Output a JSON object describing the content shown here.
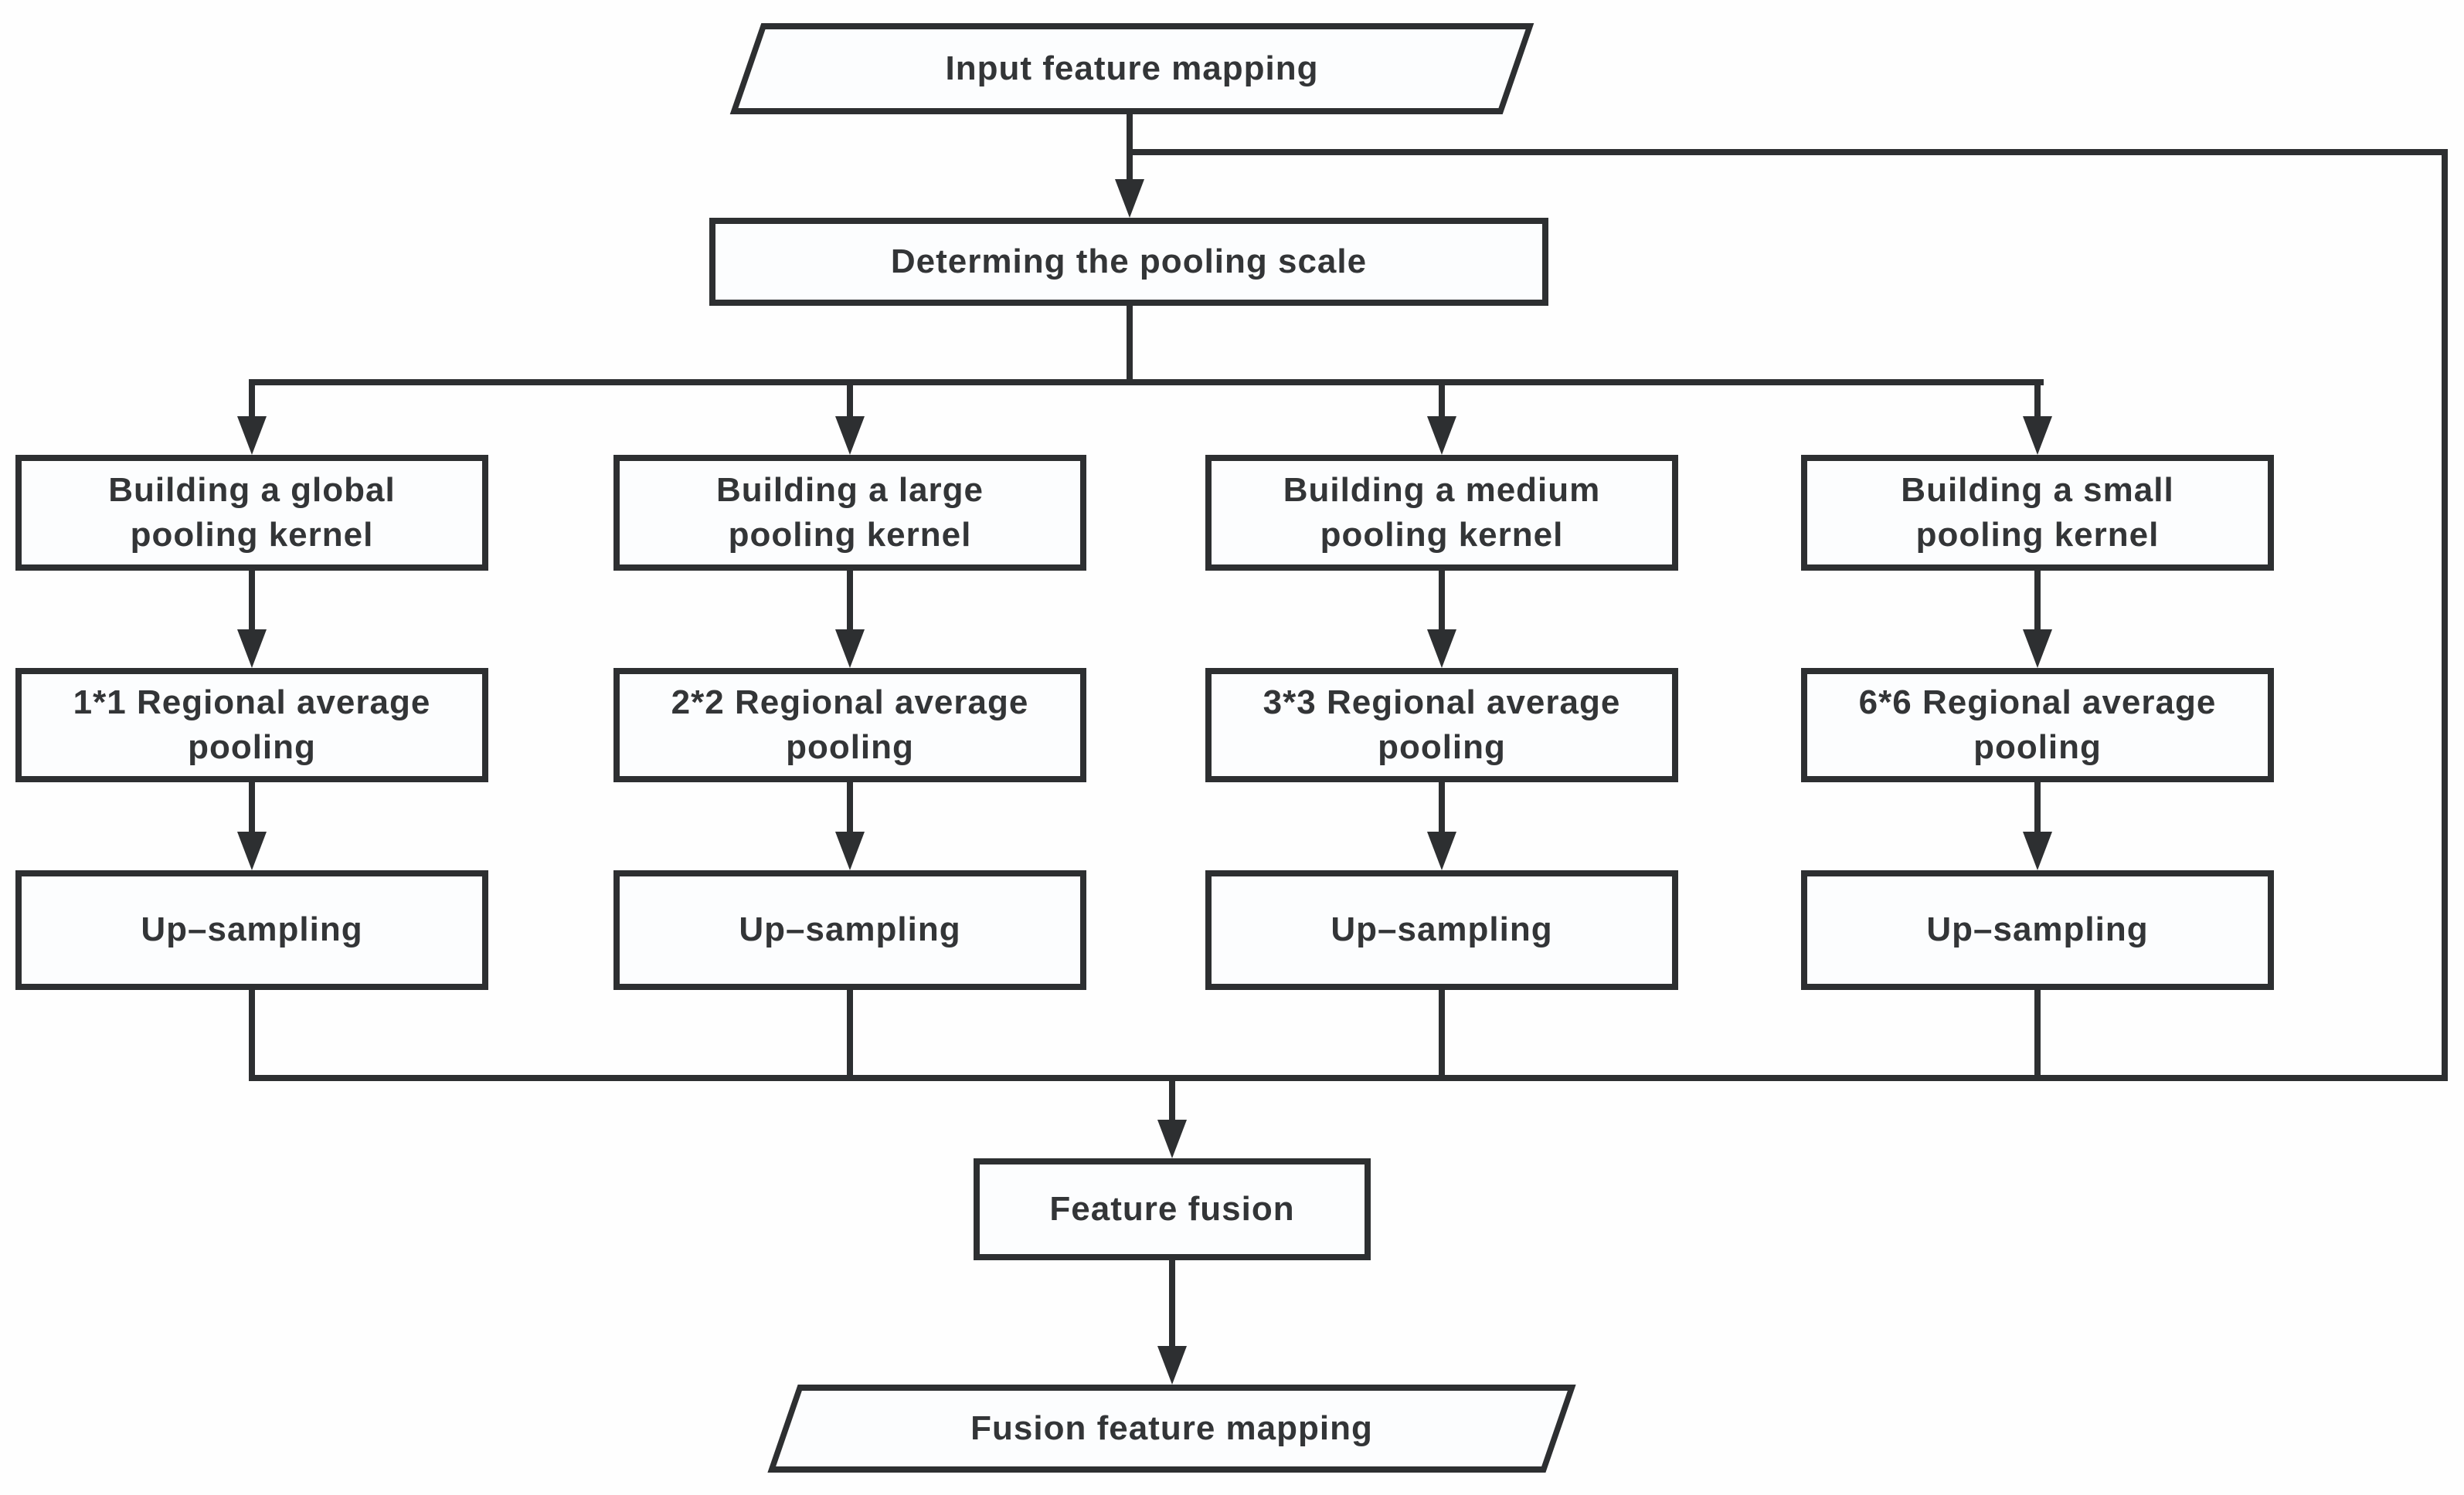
{
  "diagram_type": "flowchart",
  "nodes": {
    "input": {
      "label": "Input feature mapping",
      "shape": "parallelogram"
    },
    "determine": {
      "label": "Determing the pooling scale",
      "shape": "rectangle"
    },
    "fusion": {
      "label": "Feature fusion",
      "shape": "rectangle"
    },
    "output": {
      "label": "Fusion feature mapping",
      "shape": "parallelogram"
    }
  },
  "branches": [
    {
      "kernel": "Building a global\npooling kernel",
      "pooling": "1*1 Regional average\npooling",
      "upsampling": "Up–sampling"
    },
    {
      "kernel": "Building a large\npooling kernel",
      "pooling": "2*2 Regional average\npooling",
      "upsampling": "Up–sampling"
    },
    {
      "kernel": "Building a medium\npooling kernel",
      "pooling": "3*3 Regional average\npooling",
      "upsampling": "Up–sampling"
    },
    {
      "kernel": "Building a small\npooling kernel",
      "pooling": "6*6 Regional average\npooling",
      "upsampling": "Up–sampling"
    }
  ],
  "edges": [
    {
      "from": "input",
      "to": "determine",
      "arrow": true
    },
    {
      "from": "input",
      "to": "collector",
      "via": "right-bypass",
      "arrow": false
    },
    {
      "from": "determine",
      "to": "kernel-1",
      "arrow": true
    },
    {
      "from": "determine",
      "to": "kernel-2",
      "arrow": true
    },
    {
      "from": "determine",
      "to": "kernel-3",
      "arrow": true
    },
    {
      "from": "determine",
      "to": "kernel-4",
      "arrow": true
    },
    {
      "from": "kernel-1",
      "to": "pooling-1",
      "arrow": true
    },
    {
      "from": "kernel-2",
      "to": "pooling-2",
      "arrow": true
    },
    {
      "from": "kernel-3",
      "to": "pooling-3",
      "arrow": true
    },
    {
      "from": "kernel-4",
      "to": "pooling-4",
      "arrow": true
    },
    {
      "from": "pooling-1",
      "to": "upsampling-1",
      "arrow": true
    },
    {
      "from": "pooling-2",
      "to": "upsampling-2",
      "arrow": true
    },
    {
      "from": "pooling-3",
      "to": "upsampling-3",
      "arrow": true
    },
    {
      "from": "pooling-4",
      "to": "upsampling-4",
      "arrow": true
    },
    {
      "from": "upsampling-1",
      "to": "collector",
      "arrow": false
    },
    {
      "from": "upsampling-2",
      "to": "collector",
      "arrow": false
    },
    {
      "from": "upsampling-3",
      "to": "collector",
      "arrow": false
    },
    {
      "from": "upsampling-4",
      "to": "collector",
      "arrow": false
    },
    {
      "from": "collector",
      "to": "fusion",
      "arrow": true
    },
    {
      "from": "fusion",
      "to": "output",
      "arrow": true
    }
  ],
  "colors": {
    "line": "#2d2f31",
    "box_fill": "#fcfdfe",
    "text": "#333537",
    "background": "#fefefe"
  }
}
